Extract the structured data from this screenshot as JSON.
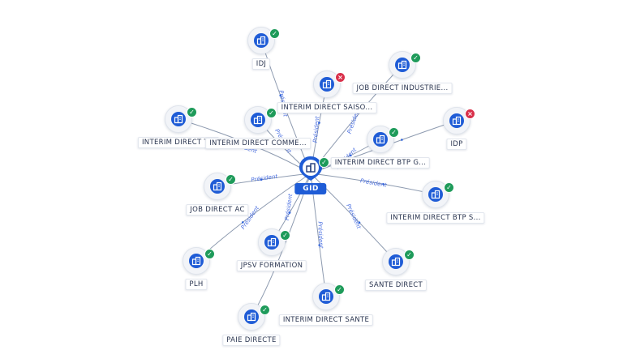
{
  "graph": {
    "center": {
      "label": "GID",
      "status": "ok",
      "icon": "building-icon"
    },
    "edge_label": "Président",
    "nodes": [
      {
        "id": "idj",
        "label": "IDJ",
        "status": "ok"
      },
      {
        "id": "interim-direct-saiso",
        "label": "INTERIM DIRECT SAISO...",
        "status": "ko"
      },
      {
        "id": "job-direct-industrie",
        "label": "JOB DIRECT INDUSTRIE...",
        "status": "ok"
      },
      {
        "id": "interim-direct-t",
        "label": "INTERIM DIRECT T...",
        "status": "ok"
      },
      {
        "id": "interim-direct-comme",
        "label": "INTERIM DIRECT COMME...",
        "status": "ok"
      },
      {
        "id": "idp",
        "label": "IDP",
        "status": "ko"
      },
      {
        "id": "interim-direct-btp-g",
        "label": "INTERIM DIRECT BTP G...",
        "status": "ok"
      },
      {
        "id": "job-direct-ac",
        "label": "JOB DIRECT AC",
        "status": "ok"
      },
      {
        "id": "interim-direct-btp-s",
        "label": "INTERIM DIRECT BTP S...",
        "status": "ok"
      },
      {
        "id": "jpsv-formation",
        "label": "JPSV FORMATION",
        "status": "ok"
      },
      {
        "id": "plh",
        "label": "PLH",
        "status": "ok"
      },
      {
        "id": "sante-direct",
        "label": "SANTE DIRECT",
        "status": "ok"
      },
      {
        "id": "interim-direct-sante",
        "label": "INTERIM DIRECT SANTE",
        "status": "ok"
      },
      {
        "id": "paie-directe",
        "label": "PAIE DIRECTE",
        "status": "ok"
      }
    ]
  }
}
